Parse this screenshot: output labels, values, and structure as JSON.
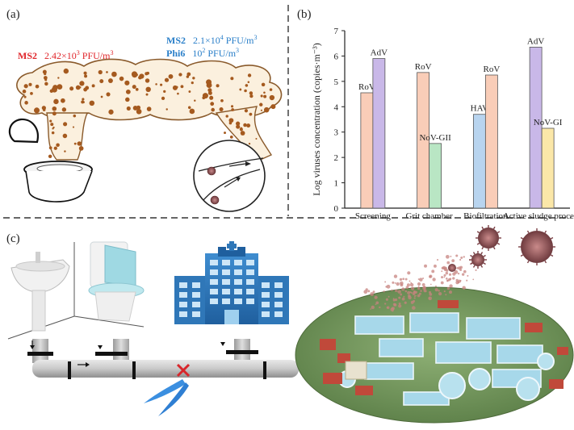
{
  "panels": {
    "a": "(a)",
    "b": "(b)",
    "c": "(c)"
  },
  "panel_a": {
    "ms2_left_label": "MS2",
    "ms2_left_value": "2.42×10",
    "ms2_left_exp": "3",
    "ms2_left_unit": "PFU/m",
    "ms2_left_unit_exp": "3",
    "ms2_right_label": "MS2",
    "ms2_right_value": "2.1×10",
    "ms2_right_exp": "4",
    "ms2_right_unit": "PFU/m",
    "ms2_right_unit_exp": "3",
    "phi6_label": "Phi6",
    "phi6_value": "10",
    "phi6_exp": "2",
    "phi6_unit": "PFU/m",
    "phi6_unit_exp": "3"
  },
  "chart_data": {
    "type": "bar",
    "ylabel": "Log viruses concentration (copies·m⁻³)",
    "ylim": [
      0,
      7
    ],
    "yticks": [
      "0",
      "1",
      "2",
      "3",
      "4",
      "5",
      "6",
      "7"
    ],
    "categories": [
      "Screening",
      "Grit chamber",
      "Biofiltration",
      "Active sludge process"
    ],
    "bars": [
      {
        "category": "Screening",
        "label": "RoV",
        "value": 4.55,
        "color": "#f9cdb8"
      },
      {
        "category": "Screening",
        "label": "AdV",
        "value": 5.9,
        "color": "#c9b8e8"
      },
      {
        "category": "Grit chamber",
        "label": "RoV",
        "value": 5.35,
        "color": "#f9cdb8"
      },
      {
        "category": "Grit chamber",
        "label": "NoV-GII",
        "value": 2.55,
        "color": "#b9e6c4"
      },
      {
        "category": "Biofiltration",
        "label": "HAV",
        "value": 3.7,
        "color": "#b8d4ef"
      },
      {
        "category": "Biofiltration",
        "label": "RoV",
        "value": 5.25,
        "color": "#f9cdb8"
      },
      {
        "category": "Active sludge process",
        "label": "AdV",
        "value": 6.35,
        "color": "#c9b8e8"
      },
      {
        "category": "Active sludge process",
        "label": "NoV-GI",
        "value": 3.15,
        "color": "#fbe7a8"
      }
    ],
    "grid": false
  }
}
